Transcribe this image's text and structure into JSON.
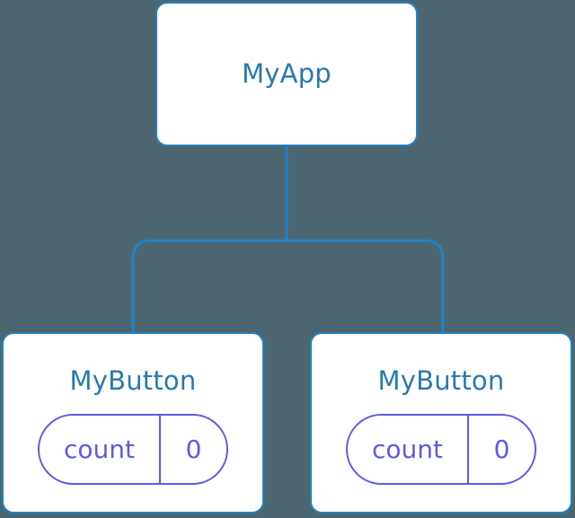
{
  "diagram": {
    "type": "component-tree",
    "background_color": "#4b6670",
    "node_border_color": "#2181c4",
    "node_fill_color": "#ffffff",
    "node_label_color": "#2a79ae",
    "connector_color": "#2181c4",
    "state_pill_color": "#5b5be8",
    "root": {
      "label": "MyApp"
    },
    "children": [
      {
        "label": "MyButton",
        "state": {
          "key": "count",
          "value": "0"
        }
      },
      {
        "label": "MyButton",
        "state": {
          "key": "count",
          "value": "0"
        }
      }
    ]
  }
}
